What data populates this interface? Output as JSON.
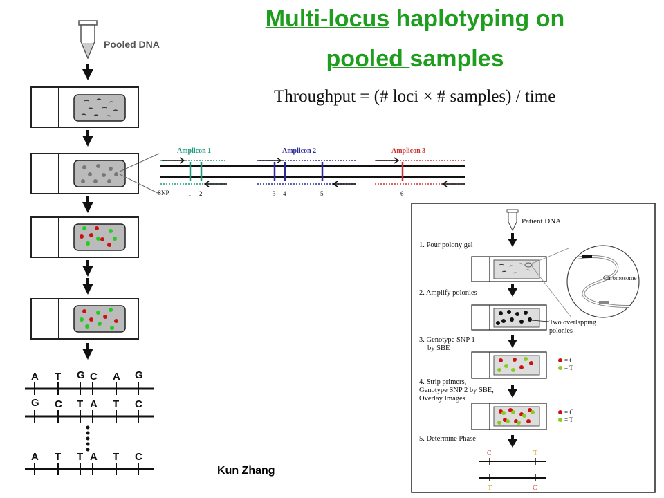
{
  "title": {
    "line1_underlined": "Multi-locus",
    "line1_rest": " haplotyping on",
    "line2_underlined": "pooled ",
    "line2_rest": "samples"
  },
  "throughput_formula": "Throughput = (# loci × # samples) / time",
  "left_flow": {
    "pooled_dna_label": "Pooled DNA"
  },
  "haplotypes": [
    [
      "A",
      "T",
      "G",
      "C",
      "A",
      "G"
    ],
    [
      "G",
      "C",
      "T",
      "A",
      "T",
      "C"
    ],
    [
      "A",
      "T",
      "T",
      "A",
      "T",
      "C"
    ]
  ],
  "amplicon_diagram": {
    "amplicons": [
      "Amplicon 1",
      "Amplicon 2",
      "Amplicon 3"
    ],
    "snp_label": "SNP",
    "snp_numbers": [
      "1",
      "2",
      "3",
      "4",
      "5",
      "6"
    ]
  },
  "protocol_panel": {
    "patient_dna": "Patient DNA",
    "step1": "1.  Pour polony gel",
    "step2": "2.  Amplify polonies",
    "step3_line1": "3.  Genotype SNP 1",
    "step3_line2": "by SBE",
    "step4_line1": "4.  Strip primers,",
    "step4_line2": "Genotype SNP 2 by SBE,",
    "step4_line3": "Overlay Images",
    "step5": "5.  Determine Phase",
    "chromosome_label": "Chromosome",
    "overlap_label_line1": "Two overlapping",
    "overlap_label_line2": "polonies",
    "legend_c": "= C",
    "legend_t": "= T",
    "phase_top": [
      "C",
      "T"
    ],
    "phase_bottom": [
      "T",
      "C"
    ]
  },
  "credit": "Kun Zhang",
  "colors": {
    "title_green": "#1e9d1e",
    "red_dot": "#cc1111",
    "green_dot": "#22cc22",
    "amplicon1": "#1a9a7a",
    "amplicon2": "#2b2b9a",
    "amplicon3": "#cc3333"
  }
}
